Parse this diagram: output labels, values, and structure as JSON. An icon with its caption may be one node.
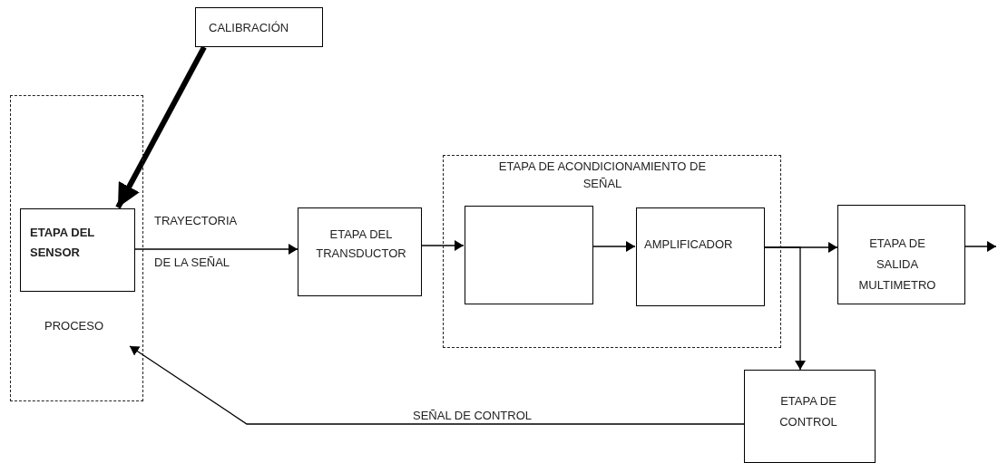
{
  "diagram": {
    "nodes": [
      {
        "text": [
          "CALIBRACIÓN"
        ]
      },
      {
        "text": [
          "PROCESO"
        ]
      },
      {
        "text": [
          "ETAPA DEL SENSOR"
        ],
        "in": 1
      },
      {
        "text": [
          "ETAPA DEL TRANSDUCTOR"
        ]
      },
      {
        "text": [
          "ETAPA DE ACONDICIONAMIENTO DE SEÑAL"
        ]
      },
      {
        "text": [],
        "shape": "box",
        "in": 4
      },
      {
        "text": [
          "AMPLIFICADOR"
        ],
        "in": 4
      },
      {
        "text": [
          "ETAPA DE SALIDA MULTIMETRO"
        ]
      },
      {
        "text": [
          "ETAPA DE CONTROL"
        ]
      }
    ],
    "edges": [
      {
        "from": 0,
        "to": 2,
        "arrow": "to",
        "style": "thick"
      },
      {
        "from": 2,
        "to": 3,
        "arrow": "to"
      },
      {
        "from": 3,
        "to": 5,
        "arrow": "to"
      },
      {
        "from": 5,
        "to": 6,
        "arrow": "to"
      },
      {
        "from": 6,
        "to": 7,
        "arrow": "to"
      },
      {
        "from": 6,
        "to": 8,
        "arrow": "to"
      },
      {
        "from": 7,
        "to": null,
        "arrow": "to"
      },
      {
        "from": 8,
        "to": 1,
        "arrow": "to",
        "label": "SEÑAL DE CONTROL"
      }
    ],
    "labels": [
      "TRAYECTORIA",
      "DE LA SEÑAL"
    ]
  }
}
